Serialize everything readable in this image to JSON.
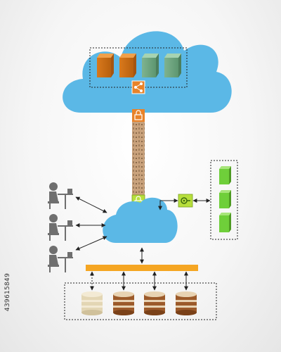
{
  "image_id_text": "439615849",
  "colors": {
    "cloud": "#5bb8e6",
    "firewall_tower": "#caa885",
    "bus": "#f5a623",
    "orange_icon": "#e8832a",
    "green_icon": "#b7df3c",
    "server_green": "#6fcf3a",
    "db_brown": "#9c5a2a",
    "db_cream": "#e3d6b4",
    "person": "#6f6f6f"
  },
  "icons": [
    "lock-icon",
    "share-icon",
    "settings-icon",
    "person-at-desk-icon",
    "database-icon",
    "server-icon"
  ],
  "cloud_servers": [
    "orange",
    "orange",
    "green",
    "green"
  ],
  "users": [
    "user-1",
    "user-2",
    "user-3"
  ],
  "side_servers": [
    "server-1",
    "server-2",
    "server-3"
  ],
  "databases": [
    "cream",
    "brown",
    "brown",
    "brown"
  ]
}
